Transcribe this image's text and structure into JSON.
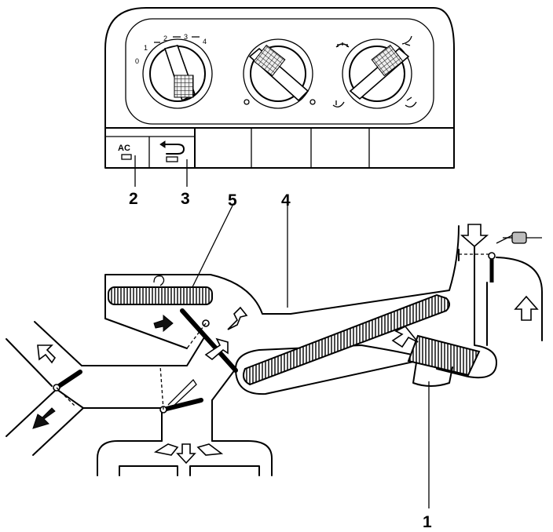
{
  "panel": {
    "ac_button_label": "AC",
    "fan_scale": [
      "0",
      "1",
      "2",
      "3",
      "4"
    ]
  },
  "callouts": [
    "1",
    "2",
    "3",
    "4",
    "5"
  ]
}
